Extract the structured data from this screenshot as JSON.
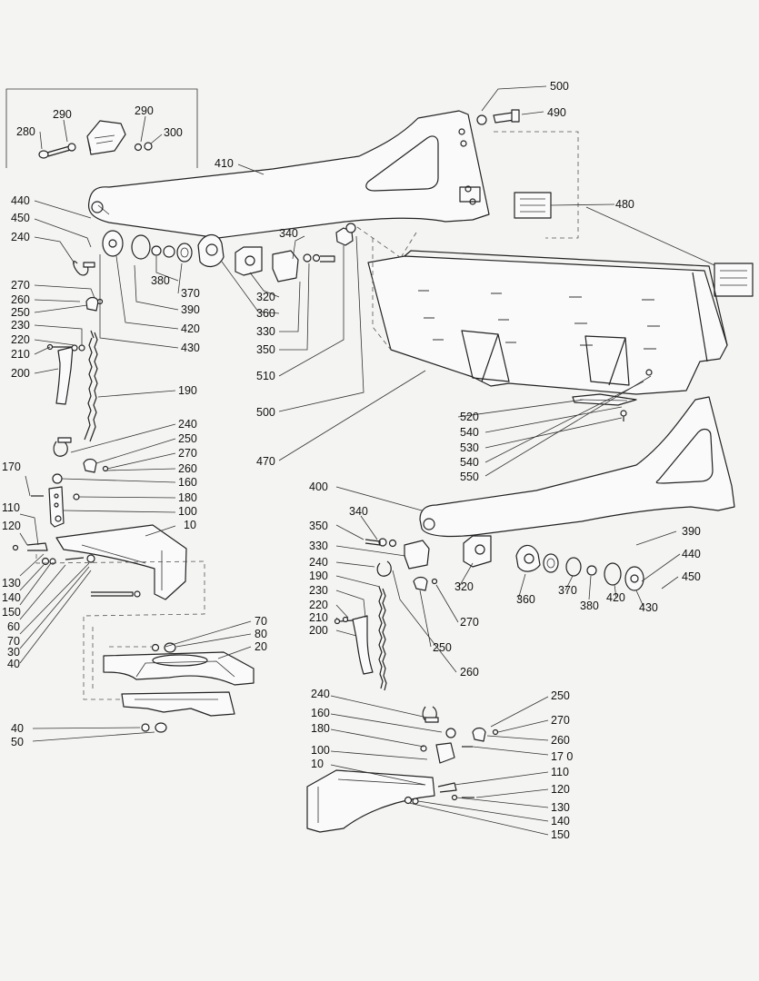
{
  "callouts": {
    "c280": "280",
    "c290a": "290",
    "c290b": "290",
    "c300": "300",
    "c410": "410",
    "c500a": "500",
    "c490": "490",
    "c480": "480",
    "c440a": "440",
    "c450a": "450",
    "c240a": "240",
    "c340a": "340",
    "c320a": "320",
    "c360a": "360",
    "c330a": "330",
    "c350a": "350",
    "c380a": "380",
    "c370a": "370",
    "c390a": "390",
    "c420a": "420",
    "c430a": "430",
    "c510": "510",
    "c500b": "500",
    "c470": "470",
    "c270a": "270",
    "c260a": "260",
    "c250a": "250",
    "c230a": "230",
    "c220a": "220",
    "c210a": "210",
    "c200a": "200",
    "c190a": "190",
    "c240b": "240",
    "c250b": "250",
    "c270b": "270",
    "c260b": "260",
    "c160a": "160",
    "c170a": "170",
    "c180a": "180",
    "c100a": "100",
    "c110a": "110",
    "c120a": "120",
    "c10a": "10",
    "c130a": "130",
    "c140a": "140",
    "c150a": "150",
    "c60": "60",
    "c70a": "70",
    "c30": "30",
    "c40a": "40",
    "c70b": "70",
    "c80": "80",
    "c20": "20",
    "c40b": "40",
    "c50": "50",
    "c520": "520",
    "c540a": "540",
    "c530": "530",
    "c540b": "540",
    "c550": "550",
    "c400": "400",
    "c340b": "340",
    "c350b": "350",
    "c330b": "330",
    "c240c": "240",
    "c190b": "190",
    "c230b": "230",
    "c220b": "220",
    "c210b": "210",
    "c200b": "200",
    "c320b": "320",
    "c360b": "360",
    "c370b": "370",
    "c380b": "380",
    "c420b": "420",
    "c430b": "430",
    "c390b": "390",
    "c440b": "440",
    "c450b": "450",
    "c270c": "270",
    "c250c": "250",
    "c260c": "260",
    "c240d": "240",
    "c250d": "250",
    "c160b": "160",
    "c270d": "270",
    "c180b": "180",
    "c260d": "260",
    "c100b": "100",
    "c170b": "17 0",
    "c10b": "10",
    "c110b": "110",
    "c120b": "120",
    "c130b": "130",
    "c140b": "140",
    "c150b": "150"
  }
}
